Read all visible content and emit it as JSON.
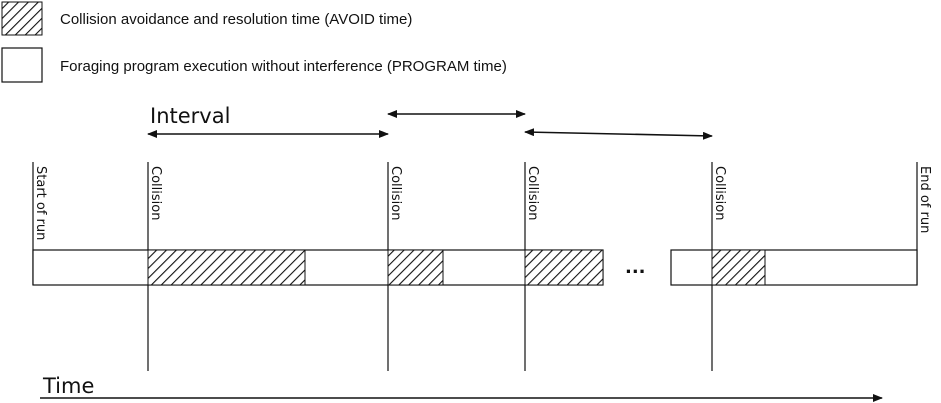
{
  "legend": {
    "avoid_label": "Collision avoidance and resolution time (AVOID time)",
    "program_label": "Foraging program execution without interference (PROGRAM time)"
  },
  "interval_label": "Interval",
  "time_label": "Time",
  "start_label": "Start of run",
  "end_label": "End of run",
  "collision_label": "Collision",
  "ellipsis": "...",
  "colors": {
    "ink": "#111111",
    "background": "#ffffff"
  }
}
